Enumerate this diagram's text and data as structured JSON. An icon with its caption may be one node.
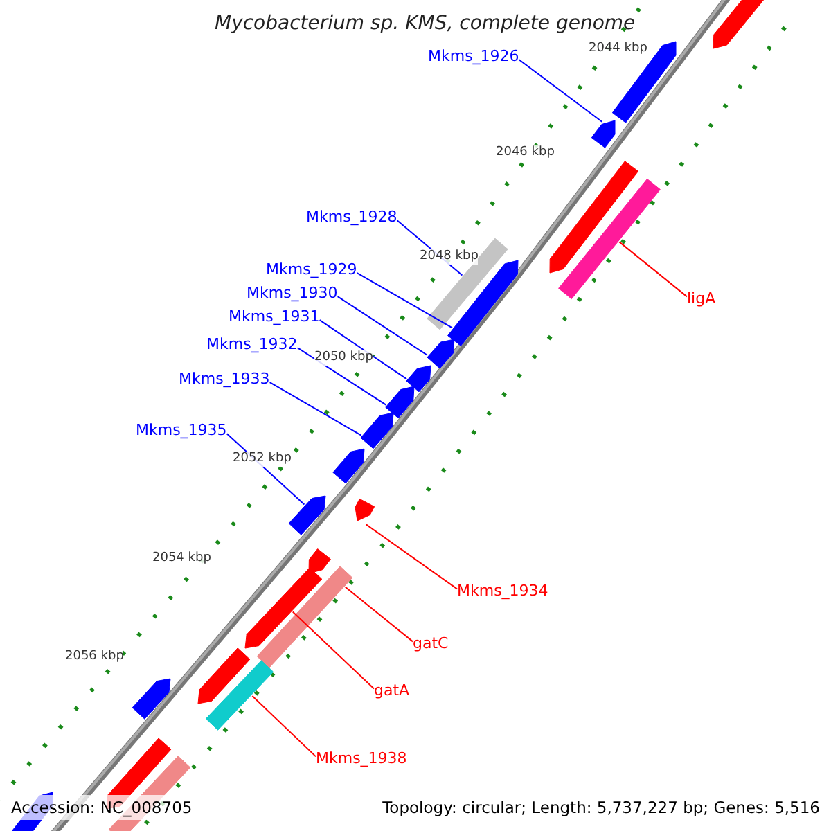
{
  "diagram": {
    "title": "Mycobacterium sp. KMS, complete genome",
    "nodes": [
      {
        "text": [
          "Mkms_1926"
        ]
      },
      {
        "text": [
          "Mkms_1928"
        ]
      },
      {
        "text": [
          "Mkms_1929"
        ]
      },
      {
        "text": [
          "Mkms_1930"
        ]
      },
      {
        "text": [
          "ligA"
        ]
      },
      {
        "text": [
          "Mkms_1931"
        ]
      },
      {
        "text": [
          "Mkms_1932"
        ]
      },
      {
        "text": [
          "Mkms_1933"
        ]
      },
      {
        "text": [
          "Mkms_1935"
        ]
      },
      {
        "text": [
          "Mkms_1934"
        ]
      },
      {
        "text": [
          "gatC"
        ]
      },
      {
        "text": [
          "gatA"
        ]
      },
      {
        "text": [
          "Mkms_1938"
        ]
      },
      {
        "text": [],
        "shape": "arrow"
      },
      {
        "text": [],
        "shape": "arrow"
      },
      {
        "text": [],
        "shape": "arrow"
      },
      {
        "text": [],
        "shape": "arrow"
      },
      {
        "text": [],
        "shape": "bar"
      },
      {
        "text": [],
        "shape": "bar"
      },
      {
        "text": [],
        "shape": "arrow"
      },
      {
        "text": [],
        "shape": "arrow"
      },
      {
        "text": [],
        "shape": "arrow"
      },
      {
        "text": [],
        "shape": "arrow"
      },
      {
        "text": [],
        "shape": "arrow"
      },
      {
        "text": [],
        "shape": "arrow"
      },
      {
        "text": [],
        "shape": "arrow"
      },
      {
        "text": [],
        "shape": "arrow"
      },
      {
        "text": [],
        "shape": "arrow"
      },
      {
        "text": [],
        "shape": "arrow"
      },
      {
        "text": [],
        "shape": "bar"
      },
      {
        "text": [],
        "shape": "arrow"
      },
      {
        "text": [],
        "shape": "arrow"
      },
      {
        "text": [],
        "shape": "bar"
      },
      {
        "text": [],
        "shape": "arrow"
      },
      {
        "text": [],
        "shape": "bar"
      },
      {
        "text": [],
        "shape": "arrow"
      }
    ],
    "edges": [
      {
        "from": 0,
        "to": 15,
        "arrow": "none"
      },
      {
        "from": 1,
        "to": 18,
        "arrow": "none"
      },
      {
        "from": 2,
        "to": 19,
        "arrow": "none"
      },
      {
        "from": 3,
        "to": 20,
        "arrow": "none"
      },
      {
        "from": 4,
        "to": 17,
        "arrow": "none",
        "color": "#ff0000"
      },
      {
        "from": 5,
        "to": 21,
        "arrow": "none"
      },
      {
        "from": 6,
        "to": 22,
        "arrow": "none"
      },
      {
        "from": 7,
        "to": 23,
        "arrow": "none"
      },
      {
        "from": 8,
        "to": 25,
        "arrow": "none"
      },
      {
        "from": 9,
        "to": 26,
        "arrow": "none",
        "color": "#ff0000"
      },
      {
        "from": 10,
        "to": 29,
        "arrow": "none",
        "color": "#ff0000"
      },
      {
        "from": 11,
        "to": 28,
        "arrow": "none",
        "color": "#ff0000"
      },
      {
        "from": 12,
        "to": 32,
        "arrow": "none",
        "color": "#ff0000"
      }
    ],
    "labels": [
      "2044 kbp",
      "2046 kbp",
      "2048 kbp",
      "2050 kbp",
      "2052 kbp",
      "2054 kbp",
      "2056 kbp",
      "Accession: NC_008705",
      "Topology: circular; Length: 5,737,227 bp; Genes: 5,516"
    ]
  }
}
